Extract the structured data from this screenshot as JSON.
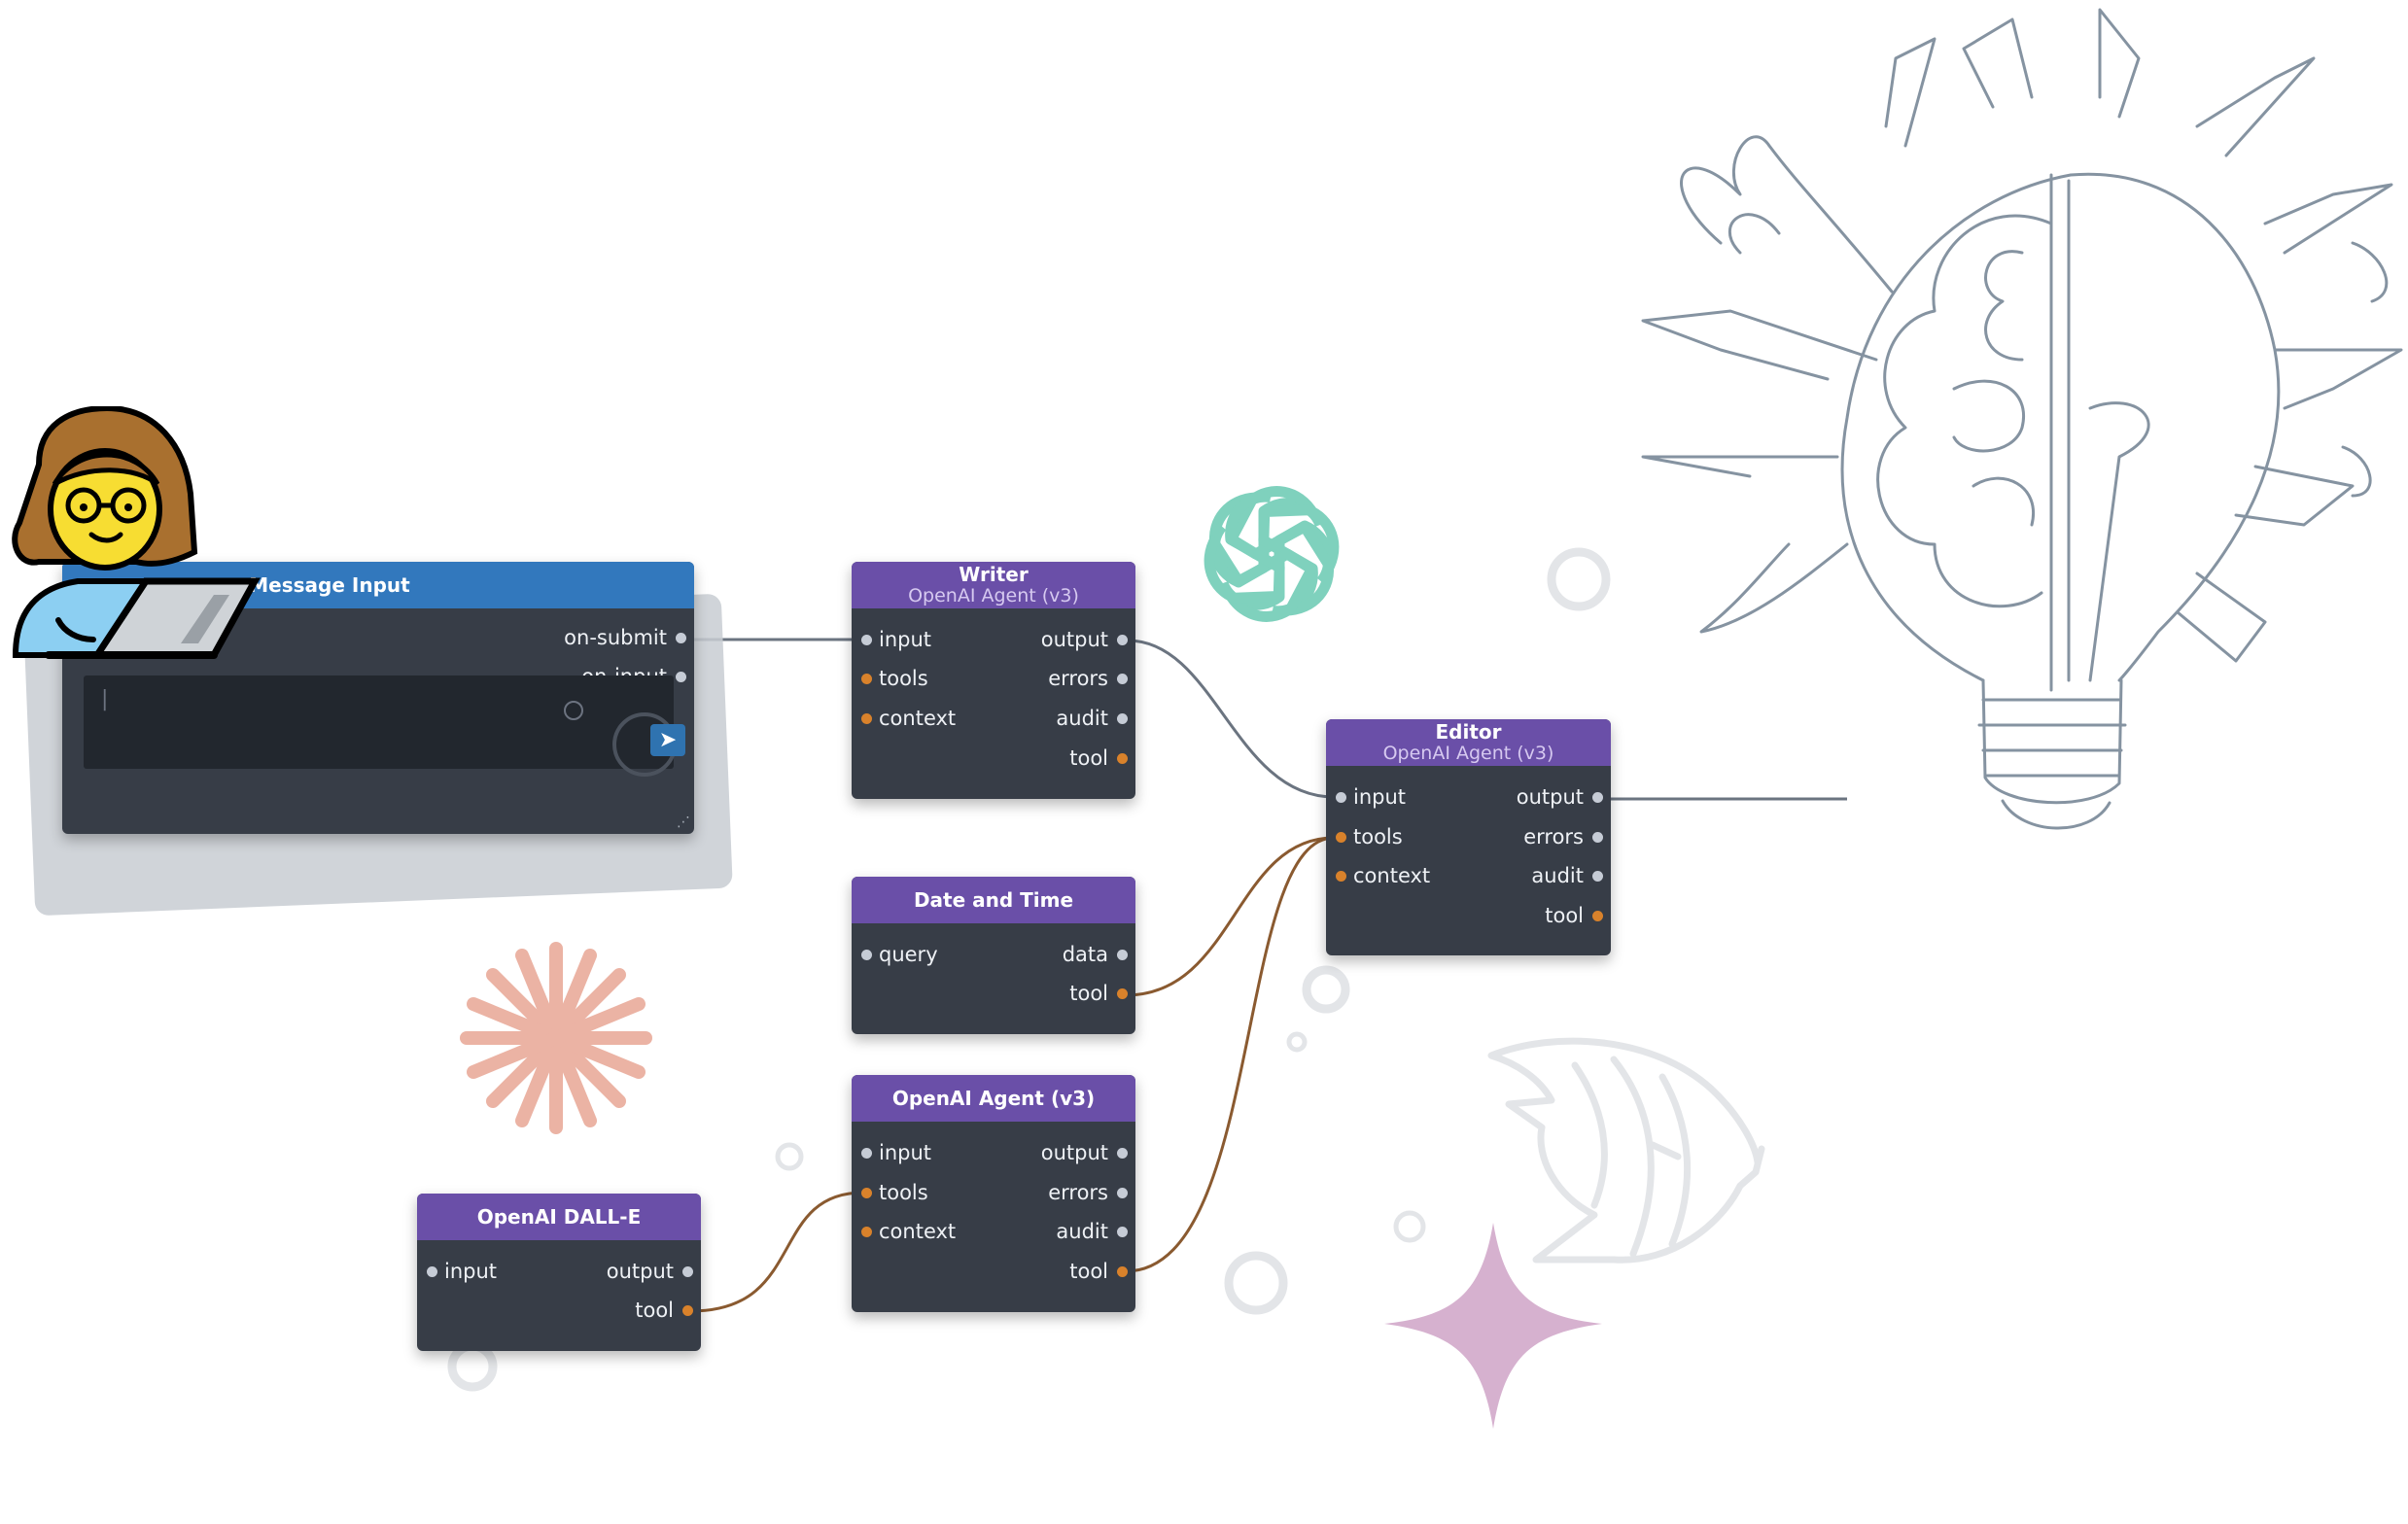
{
  "nodes": {
    "message_input": {
      "title": "Message Input",
      "outputs": [
        "on-submit",
        "on-input"
      ],
      "caret": "|",
      "send_glyph": "➤",
      "grip_glyph": "⋰"
    },
    "writer": {
      "title": "Writer",
      "subtitle": "OpenAI Agent (v3)",
      "inputs": [
        "input",
        "tools",
        "context"
      ],
      "outputs": [
        "output",
        "errors",
        "audit",
        "tool"
      ]
    },
    "editor": {
      "title": "Editor",
      "subtitle": "OpenAI Agent (v3)",
      "inputs": [
        "input",
        "tools",
        "context"
      ],
      "outputs": [
        "output",
        "errors",
        "audit",
        "tool"
      ]
    },
    "date_time": {
      "title": "Date and Time",
      "inputs": [
        "query"
      ],
      "outputs": [
        "data",
        "tool"
      ]
    },
    "openai_agent": {
      "title": "OpenAI Agent (v3)",
      "inputs": [
        "input",
        "tools",
        "context"
      ],
      "outputs": [
        "output",
        "errors",
        "audit",
        "tool"
      ]
    },
    "dalle": {
      "title": "OpenAI DALL-E",
      "inputs": [
        "input"
      ],
      "outputs": [
        "output",
        "tool"
      ]
    }
  },
  "colors": {
    "node_body": "#373d47",
    "node_header_purple": "#6a4fa8",
    "node_header_blue": "#3278bd",
    "wire_data": "#6b7480",
    "wire_tool": "#8a5a30",
    "port_data": "#c6ccd6",
    "port_tool": "#d9822b",
    "openai_logo": "#7fd1bd",
    "starburst": "#ebb3a4",
    "sparkle": "#d6b1cf",
    "bulb_line": "#8593a1",
    "fish_line": "#e3e5e8",
    "bubble": "#e3e5e8"
  },
  "decorations": [
    "user-with-laptop-icon",
    "openai-logo-icon",
    "lightbulb-brain-icon",
    "angelfish-icon",
    "starburst-icon",
    "sparkle-star-icon",
    "bubble-icon"
  ]
}
